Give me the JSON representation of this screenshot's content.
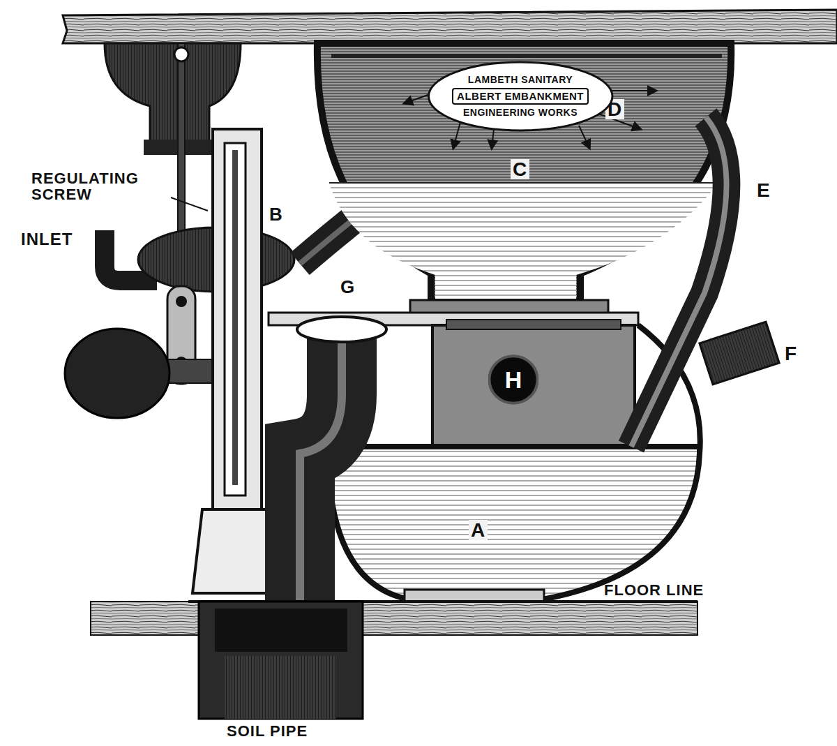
{
  "diagram": {
    "nodes": [
      {
        "text": [
          "LAMBETH SANITARY",
          "ALBERT EMBANKMENT",
          "ENGINEERING WORKS"
        ]
      },
      {
        "text": [
          "H"
        ]
      }
    ],
    "labels": [
      "REGULATING SCREW",
      "INLET",
      "B",
      "G",
      "D",
      "C",
      "E",
      "F",
      "A",
      "FLOOR LINE",
      "SOIL PIPE"
    ]
  }
}
